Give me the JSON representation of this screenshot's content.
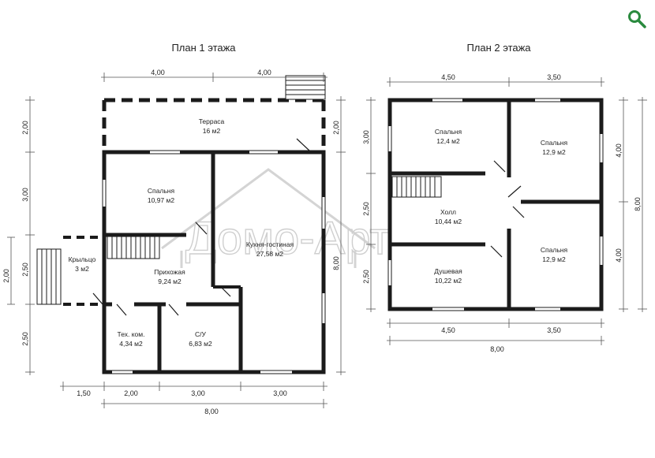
{
  "plans": {
    "floor1": {
      "title": "План 1 этажа",
      "rooms": {
        "terrace": {
          "name": "Терраса",
          "area": "16 м2"
        },
        "bedroom": {
          "name": "Спальня",
          "area": "10,97 м2"
        },
        "kitchen": {
          "name": "Кухня-гостиная",
          "area": "27,58 м2"
        },
        "porch": {
          "name": "Крыльцо",
          "area": "3 м2"
        },
        "hallway": {
          "name": "Прихожая",
          "area": "9,24 м2"
        },
        "tech": {
          "name": "Тех. ком.",
          "area": "4,34 м2"
        },
        "bath": {
          "name": "С/У",
          "area": "6,83 м2"
        }
      },
      "dims": {
        "top_left": "4,00",
        "top_right": "4,00",
        "left_1": "2,00",
        "left_2": "3,00",
        "left_3": "2,50",
        "left_4": "2,50",
        "porch_height": "2,00",
        "right_top": "2,00",
        "right_total": "8,00",
        "bottom_porch": "1,50",
        "bottom_1": "2,00",
        "bottom_2": "3,00",
        "bottom_3": "3,00",
        "bottom_total": "8,00"
      }
    },
    "floor2": {
      "title": "План 2 этажа",
      "rooms": {
        "bedroom_left": {
          "name": "Спальня",
          "area": "12,4 м2"
        },
        "bedroom_tr": {
          "name": "Спальня",
          "area": "12,9 м2"
        },
        "hall": {
          "name": "Холл",
          "area": "10,44 м2"
        },
        "bedroom_br": {
          "name": "Спальня",
          "area": "12,9 м2"
        },
        "shower": {
          "name": "Душевая",
          "area": "10,22 м2"
        }
      },
      "dims": {
        "top_left": "4,50",
        "top_right": "3,50",
        "bottom_left": "4,50",
        "bottom_right": "3,50",
        "bottom_total": "8,00",
        "left_1": "3,00",
        "left_2": "2,50",
        "left_3": "2,50",
        "right_1": "4,00",
        "right_2": "4,00",
        "right_total": "8,00"
      }
    }
  },
  "watermark": "Домо-Арт",
  "icons": {
    "zoom": "magnifier-icon"
  },
  "colors": {
    "wall": "#1b1b1b",
    "accent": "#2a8a3e",
    "watermark": "#cfcfcf"
  }
}
